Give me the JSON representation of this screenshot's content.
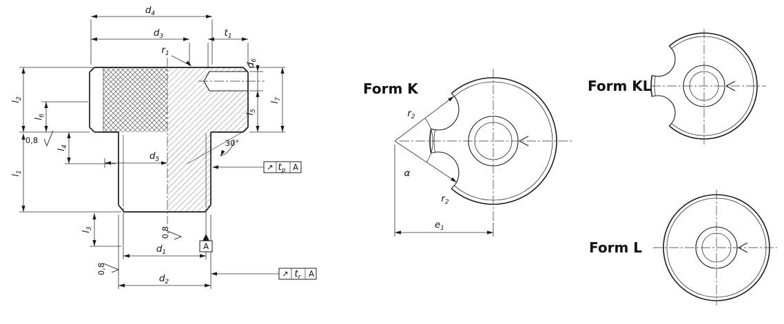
{
  "labels": {
    "d4": {
      "b": "d",
      "s": "4"
    },
    "d3": {
      "b": "d",
      "s": "3"
    },
    "t1": {
      "b": "t",
      "s": "1"
    },
    "r1": {
      "b": "r",
      "s": "1"
    },
    "d6": {
      "b": "d",
      "s": "6"
    },
    "l7": {
      "b": "l",
      "s": "7"
    },
    "l5": {
      "b": "l",
      "s": "5"
    },
    "l2": {
      "b": "l",
      "s": "2"
    },
    "l6": {
      "b": "l",
      "s": "6"
    },
    "l4": {
      "b": "l",
      "s": "4"
    },
    "l1": {
      "b": "l",
      "s": "1"
    },
    "l3": {
      "b": "l",
      "s": "3"
    },
    "d5": {
      "b": "d",
      "s": "5"
    },
    "d1": {
      "b": "d",
      "s": "1"
    },
    "d2": {
      "b": "d",
      "s": "2"
    },
    "angle": "30°",
    "surface": "0,8",
    "datum": "A",
    "r2": {
      "b": "r",
      "s": "2"
    },
    "alpha": "α",
    "e1": {
      "b": "e",
      "s": "1"
    },
    "tp": {
      "symbol": "↗",
      "b": "t",
      "s": "p",
      "datum": "A"
    },
    "tr": {
      "symbol": "↗",
      "b": "t",
      "s": "r",
      "datum": "A"
    },
    "forms": {
      "k": "Form K",
      "kl": "Form KL",
      "l": "Form L"
    }
  }
}
